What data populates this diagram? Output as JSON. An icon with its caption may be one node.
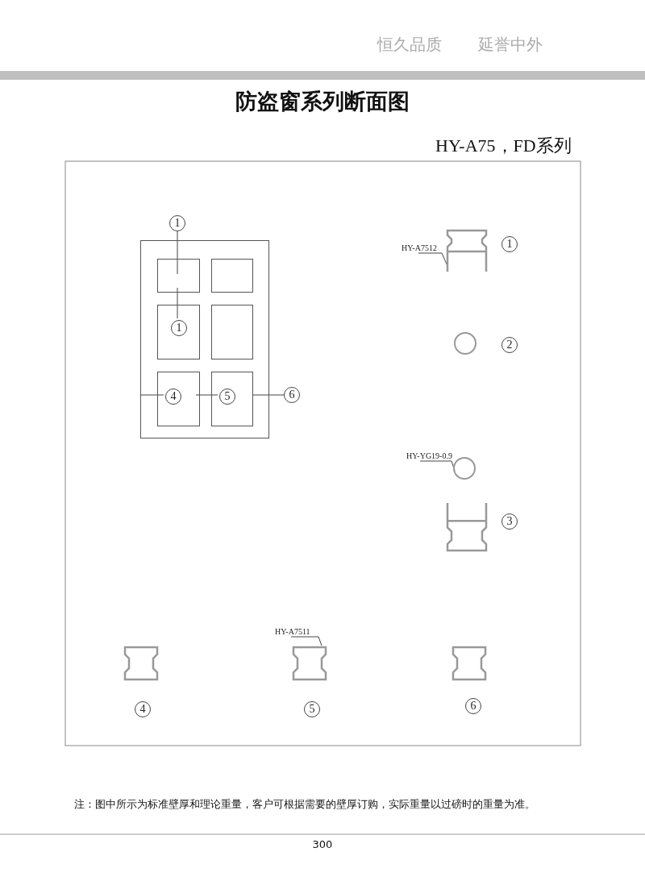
{
  "diagram": {
    "title": "防盗窗系列断面图",
    "nodes": [
      {
        "text": [],
        "shape": "box"
      },
      {
        "text": [],
        "shape": "box",
        "in": 0
      },
      {
        "text": [],
        "shape": "box",
        "in": 0
      },
      {
        "text": [],
        "shape": "box",
        "in": 0
      },
      {
        "text": [],
        "shape": "box",
        "in": 0
      },
      {
        "text": [],
        "shape": "box",
        "in": 0
      },
      {
        "text": [],
        "shape": "box",
        "in": 0
      },
      {
        "text": [
          "1"
        ]
      },
      {
        "text": [
          "1"
        ],
        "in": 3
      },
      {
        "text": [
          "4"
        ],
        "in": 5
      },
      {
        "text": [
          "5"
        ],
        "in": 6
      },
      {
        "text": [
          "6"
        ]
      },
      {
        "text": [],
        "shape": "picture"
      },
      {
        "text": [],
        "shape": "circle"
      },
      {
        "text": [],
        "shape": "circle"
      },
      {
        "text": [],
        "shape": "picture"
      },
      {
        "text": [],
        "shape": "picture"
      },
      {
        "text": [],
        "shape": "picture"
      },
      {
        "text": [],
        "shape": "picture"
      },
      {
        "text": [
          "HY-A7512"
        ]
      },
      {
        "text": [
          "HY-YG19-0.9"
        ]
      },
      {
        "text": [
          "HY-A7511"
        ]
      },
      {
        "text": [
          "1"
        ]
      },
      {
        "text": [
          "2"
        ]
      },
      {
        "text": [
          "3"
        ]
      },
      {
        "text": [
          "4"
        ]
      },
      {
        "text": [
          "5"
        ]
      },
      {
        "text": [
          "6"
        ]
      }
    ],
    "edges": [
      {
        "from": 7,
        "to": 1,
        "arrow": "none"
      },
      {
        "from": 8,
        "to": 1,
        "arrow": "none"
      },
      {
        "from": 9,
        "to": 0,
        "arrow": "none"
      },
      {
        "from": 10,
        "to": 5,
        "arrow": "none"
      },
      {
        "from": 11,
        "to": 6,
        "arrow": "none"
      },
      {
        "from": 19,
        "to": 12,
        "arrow": "none"
      },
      {
        "from": 20,
        "to": 14,
        "arrow": "none"
      },
      {
        "from": 21,
        "to": 17,
        "arrow": "none"
      }
    ],
    "labels": [
      "恒久品质",
      "延誉中外",
      "HY-A75，FD系列",
      "注：图中所示为标准壁厚和理论重量，客户可根据需要的壁厚订购，实际重量以过磅时的重量为准。",
      "300"
    ]
  }
}
